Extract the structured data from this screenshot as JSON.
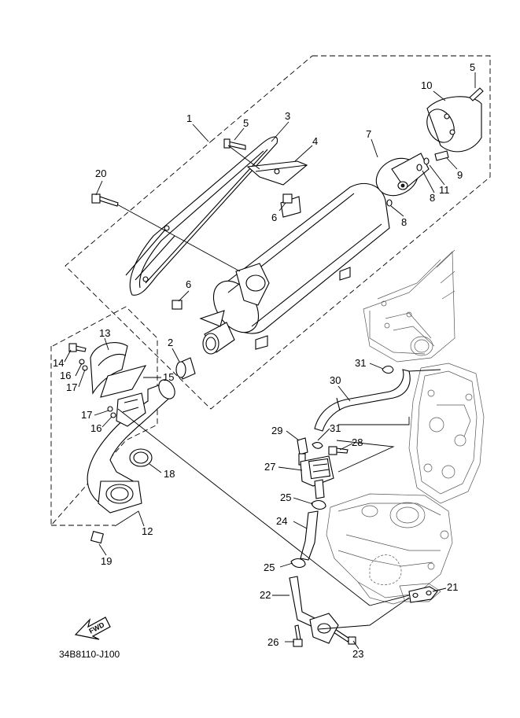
{
  "diagram_code": "34B8110-J100",
  "fwd_label": "FWD",
  "callouts": {
    "c1": "1",
    "c2": "2",
    "c3": "3",
    "c4": "4",
    "c5a": "5",
    "c5b": "5",
    "c6a": "6",
    "c6b": "6",
    "c7": "7",
    "c8a": "8",
    "c8b": "8",
    "c9": "9",
    "c10": "10",
    "c11": "11",
    "c12": "12",
    "c13": "13",
    "c14": "14",
    "c15": "15",
    "c16a": "16",
    "c16b": "16",
    "c17a": "17",
    "c17b": "17",
    "c18": "18",
    "c19": "19",
    "c20": "20",
    "c21": "21",
    "c22": "22",
    "c23": "23",
    "c24": "24",
    "c25a": "25",
    "c25b": "25",
    "c26": "26",
    "c27": "27",
    "c28": "28",
    "c29": "29",
    "c30": "30",
    "c31a": "31",
    "c31b": "31"
  }
}
